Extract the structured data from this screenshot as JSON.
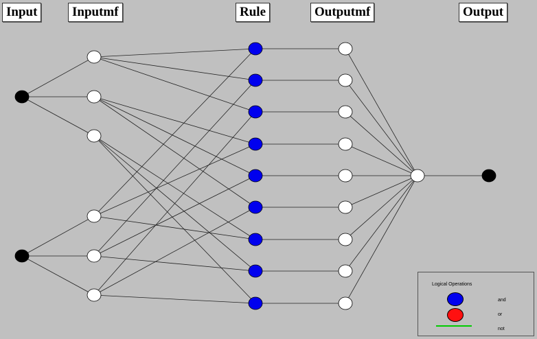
{
  "headers": {
    "input": "Input",
    "inputmf": "Inputmf",
    "rule": "Rule",
    "outputmf": "Outputmf",
    "output": "Output"
  },
  "legend": {
    "title": "Logical Operations",
    "and_label": "and",
    "or_label": "or",
    "not_label": "not",
    "and_color": "#0000ee",
    "or_color": "#ff1010",
    "not_color": "#00cc00"
  },
  "colors": {
    "background": "#c0c0c0",
    "input_node": "#000000",
    "output_node": "#000000",
    "rule_node": "#0000ee",
    "mf_node": "#ffffff",
    "edge": "#222222"
  },
  "network": {
    "inputs": 2,
    "inputmfs_per_input": 3,
    "rules": 9,
    "outputmfs": 9,
    "outputs": 1,
    "rule_antecedents": [
      [
        0,
        0
      ],
      [
        0,
        1
      ],
      [
        0,
        2
      ],
      [
        1,
        0
      ],
      [
        1,
        1
      ],
      [
        1,
        2
      ],
      [
        2,
        0
      ],
      [
        2,
        1
      ],
      [
        2,
        2
      ]
    ]
  }
}
